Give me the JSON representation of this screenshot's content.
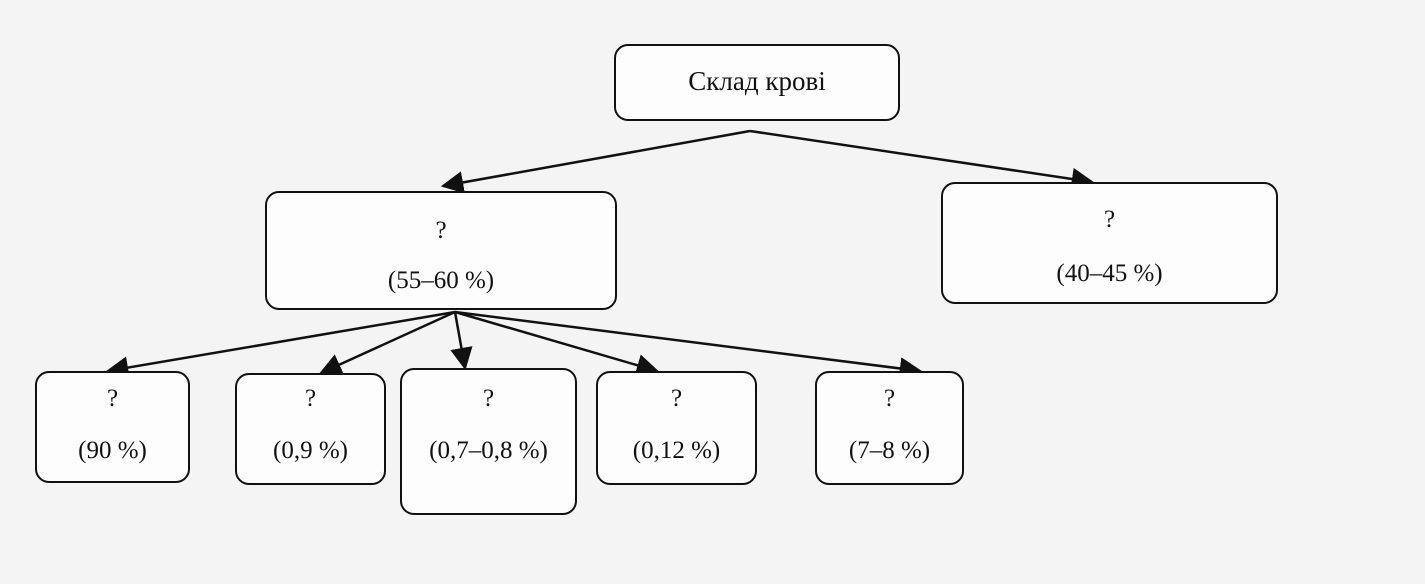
{
  "diagram": {
    "root": {
      "label": "Склад крові"
    },
    "level1": [
      {
        "label": "?",
        "value": "(55–60 %)"
      },
      {
        "label": "?",
        "value": "(40–45 %)"
      }
    ],
    "level2": [
      {
        "label": "?",
        "value": "(90 %)"
      },
      {
        "label": "?",
        "value": "(0,9 %)"
      },
      {
        "label": "?",
        "value": "(0,7–0,8 %)"
      },
      {
        "label": "?",
        "value": "(0,12 %)"
      },
      {
        "label": "?",
        "value": "(7–8 %)"
      }
    ],
    "colors": {
      "line": "#111111",
      "background": "#f4f4f4"
    }
  }
}
